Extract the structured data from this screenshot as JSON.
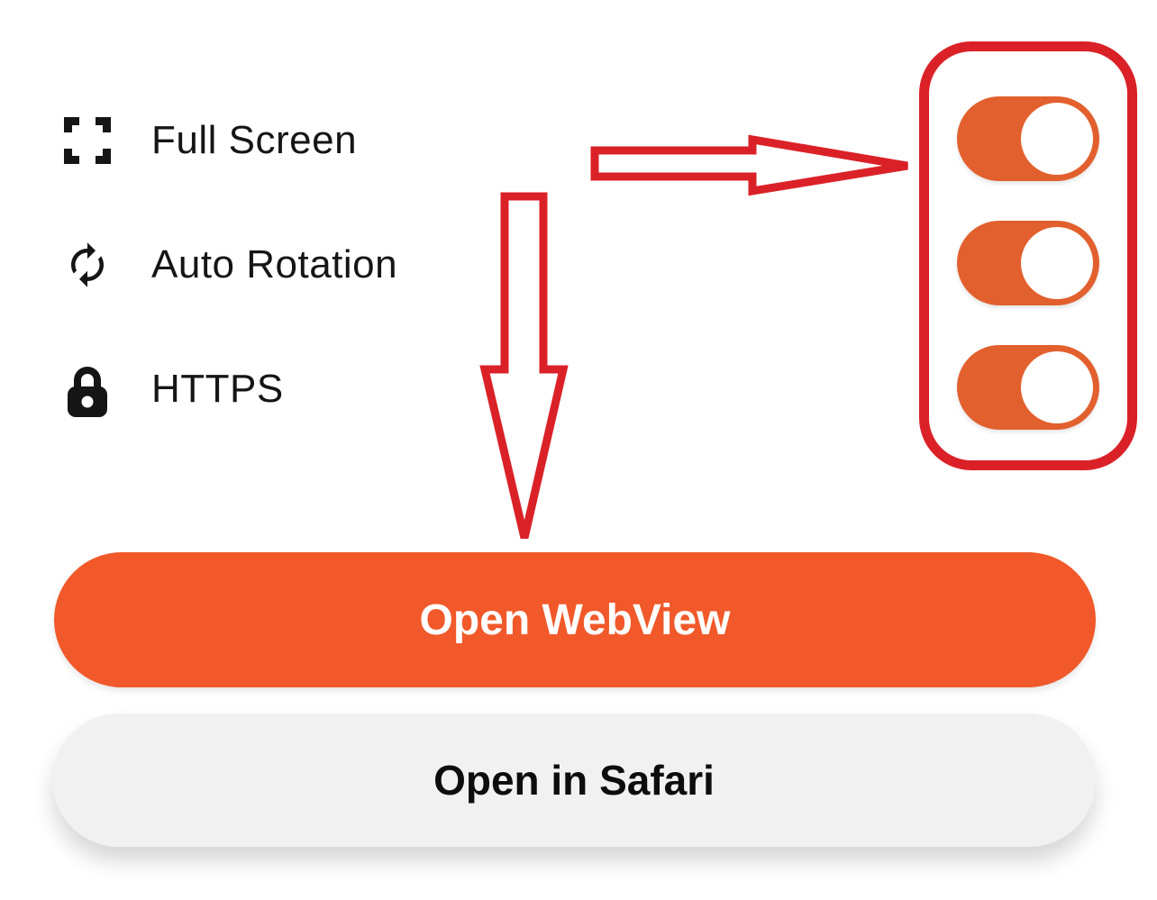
{
  "screen": {
    "background": "#ffffff",
    "description": "WebView app settings overlay with feature toggles"
  },
  "features": {
    "items": [
      {
        "label": "Full Screen",
        "icon": "fullscreen-icon"
      },
      {
        "label": "Auto Rotation",
        "icon": "auto-rotation-icon"
      },
      {
        "label": "HTTPS",
        "icon": "lock-icon"
      }
    ]
  },
  "toggles": {
    "on_color": "#e2602e",
    "items": [
      {
        "name": "full-screen-toggle",
        "state": "on"
      },
      {
        "name": "auto-rotation-toggle",
        "state": "on"
      },
      {
        "name": "https-toggle",
        "state": "on"
      }
    ]
  },
  "buttons": {
    "primary_label": "Open WebView",
    "secondary_label": "Open in Safari"
  },
  "annotations": {
    "highlight_color": "#db2128",
    "shapes": [
      "toggle-highlight-box",
      "arrow-to-toggles",
      "arrow-to-open-webview"
    ]
  },
  "colors": {
    "primary_button": "#f1592a",
    "secondary_button": "#f1f1f2",
    "toggle_on": "#e2602e",
    "annotation_red": "#db2128",
    "text_dark": "#151515"
  }
}
